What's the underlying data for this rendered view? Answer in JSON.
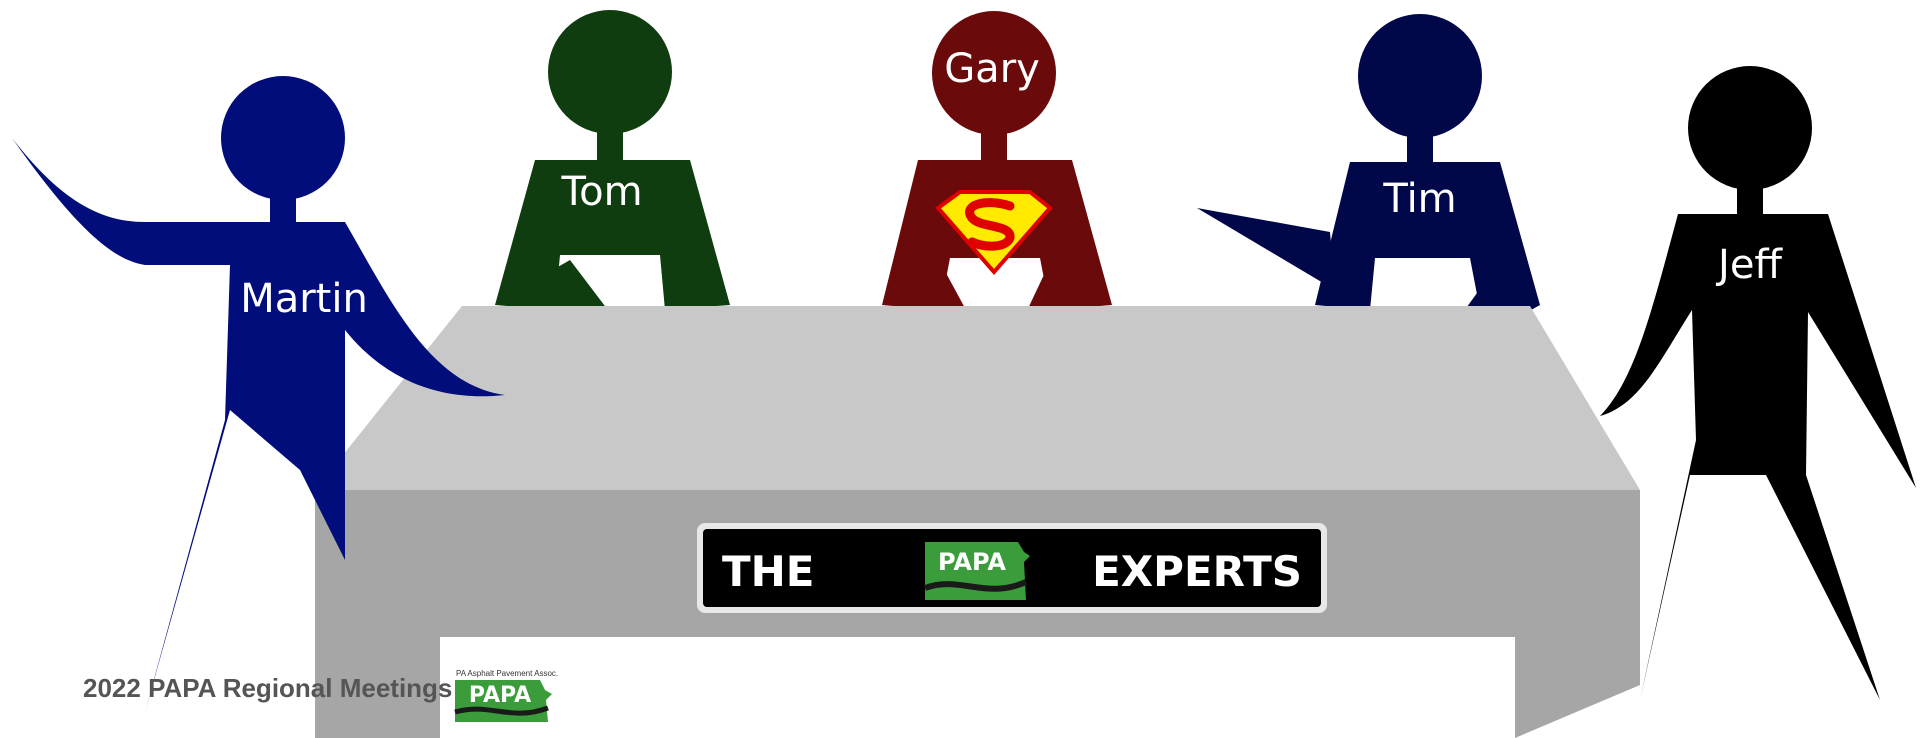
{
  "colors": {
    "martin": "#000d7a",
    "tom": "#0f3d0f",
    "gary": "#6b0a0a",
    "tim": "#00084a",
    "jeff": "#000000",
    "table_top": "#c8c8c8",
    "table_front": "#a6a6a6",
    "logo_green": "#3a9c3a"
  },
  "people": {
    "martin": "Martin",
    "tom": "Tom",
    "gary": "Gary",
    "tim": "Tim",
    "jeff": "Jeff"
  },
  "sign": {
    "left_text": "THE",
    "right_text": "EXPERTS",
    "logo_text": "PAPA"
  },
  "footer": {
    "text": "2022 PAPA Regional Meetings",
    "logo_text": "PAPA",
    "logo_caption": "PA Asphalt Pavement Assoc."
  }
}
